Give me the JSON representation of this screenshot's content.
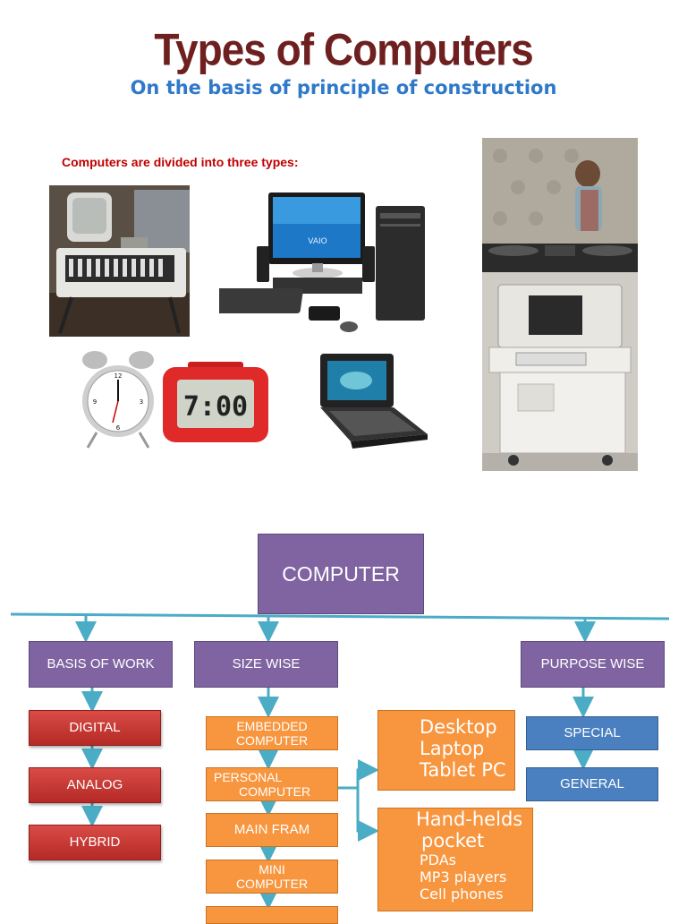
{
  "header": {
    "title": "Types of Computers",
    "subtitle": "On the basis of principle of construction"
  },
  "intro_text": "Computers are divided into three types:",
  "photos": {
    "early_computer_console": "early-computer-console",
    "desktop_pc": "VAIO",
    "alarm_clock_analog": "analog-alarm-clock",
    "alarm_clock_digital": "7:00",
    "mini_laptop": "mini-laptop",
    "dj_turntables": "dj-turntables",
    "medical_computer": "medical-computer"
  },
  "diagram": {
    "root": "COMPUTER",
    "categories": {
      "basis_of_work": "BASIS OF WORK",
      "size_wise": "SIZE WISE",
      "purpose_wise": "PURPOSE WISE"
    },
    "basis_items": [
      "DIGITAL",
      "ANALOG",
      "HYBRID"
    ],
    "size_items": {
      "embedded": [
        "EMBEDDED",
        "COMPUTER"
      ],
      "personal": [
        "PERSONAL",
        "COMPUTER"
      ],
      "main_fram": "MAIN FRAM",
      "mini": [
        "MINI",
        "COMPUTER"
      ]
    },
    "purpose_items": [
      "SPECIAL",
      "GENERAL"
    ],
    "pc_types": [
      "Desktop",
      "Laptop",
      "Tablet PC"
    ],
    "handhelds": {
      "title_1": "Hand-helds",
      "title_2": "pocket",
      "items": [
        "PDAs",
        "MP3 players",
        "Cell phones"
      ]
    }
  },
  "colors": {
    "title": "#6e1f1f",
    "subtitle": "#2f79c9",
    "intro": "#c00000",
    "purple": "#8064a2",
    "red": "#c0392b",
    "orange": "#f7963f",
    "blue": "#4a80c0",
    "connector": "#4bacc6"
  }
}
